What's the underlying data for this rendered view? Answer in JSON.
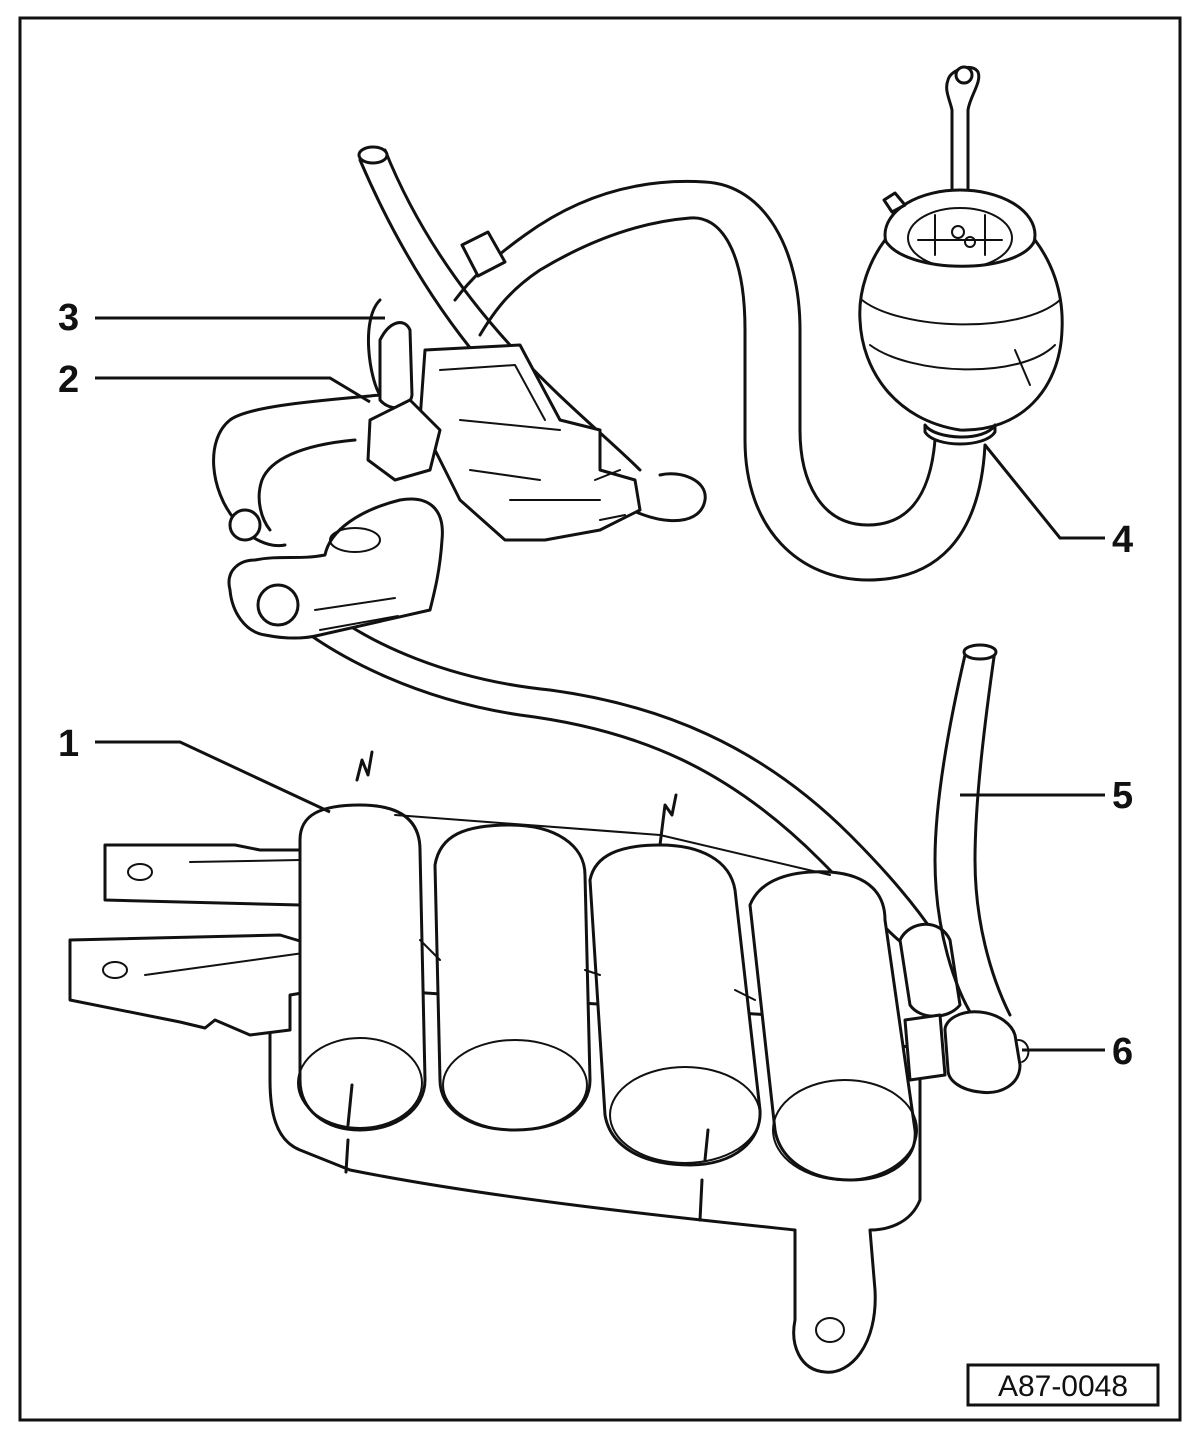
{
  "figure_id": "A87-0048",
  "callouts": {
    "c1": "1",
    "c2": "2",
    "c3": "3",
    "c4": "4",
    "c5": "5",
    "c6": "6"
  },
  "icons": {
    "intake_manifold": "intake-manifold-icon",
    "solenoid_valve": "solenoid-valve-icon",
    "vacuum_actuator": "vacuum-actuator-icon",
    "vacuum_hoses": "vacuum-hose-icon",
    "check_valve": "check-valve-icon"
  }
}
